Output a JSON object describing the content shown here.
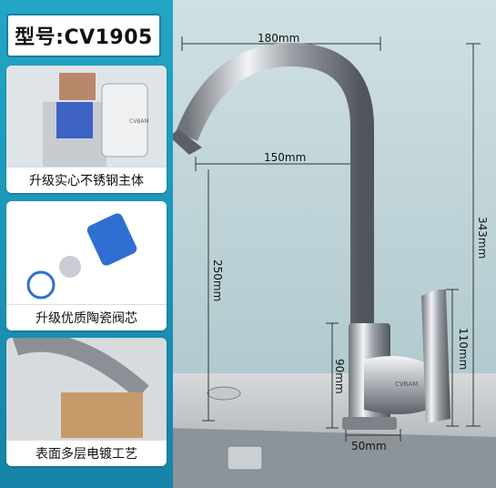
{
  "model": {
    "label": "型号:CV1905"
  },
  "features": [
    {
      "caption": "升级实心不锈钢主体",
      "brand": "CVBAM"
    },
    {
      "caption": "升级优质陶瓷阀芯"
    },
    {
      "caption": "表面多层电镀工艺"
    }
  ],
  "faucet_brand": "CVBAM",
  "dimensions": {
    "spout_reach": "180mm",
    "inner_reach": "150mm",
    "spout_height": "250mm",
    "total_height": "343mm",
    "handle_height": "110mm",
    "base_height": "90mm",
    "base_width": "50mm"
  }
}
